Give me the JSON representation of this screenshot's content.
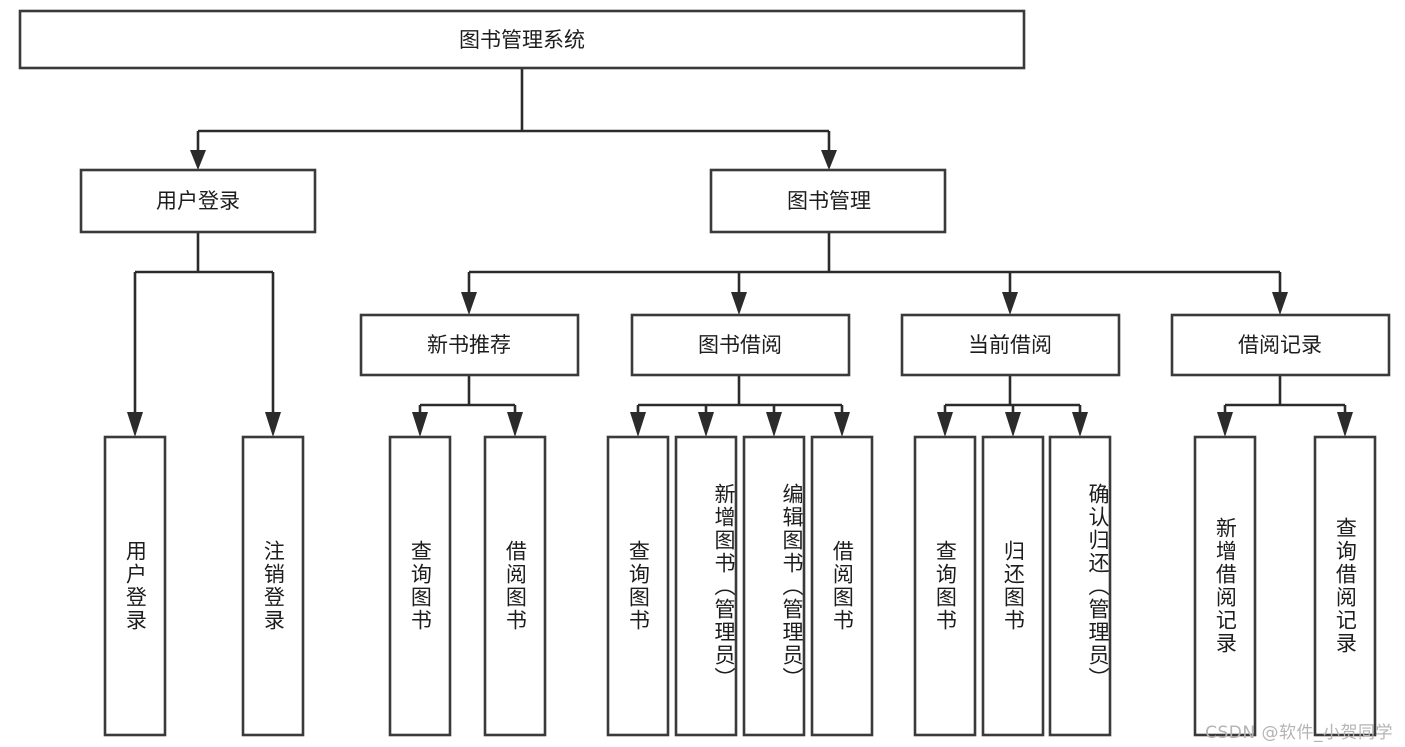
{
  "diagram": {
    "type": "tree",
    "title": "图书管理系统",
    "orientation": "top-down",
    "watermark": "CSDN @软件_小贺同学",
    "colors": {
      "box_stroke": "#3a3a3a",
      "box_fill": "#ffffff",
      "connector": "#2b2b2b",
      "text": "#1d1d1d",
      "watermark": "#b4b4b4",
      "background": "#ffffff"
    },
    "root": {
      "id": "root",
      "label": "图书管理系统"
    },
    "level2": [
      {
        "id": "n-user-login",
        "label": "用户登录"
      },
      {
        "id": "n-book-manage",
        "label": "图书管理"
      }
    ],
    "level3": [
      {
        "id": "n-new-book-rec",
        "label": "新书推荐",
        "parent": "n-book-manage"
      },
      {
        "id": "n-book-borrow",
        "label": "图书借阅",
        "parent": "n-book-manage"
      },
      {
        "id": "n-current-borrow",
        "label": "当前借阅",
        "parent": "n-book-manage"
      },
      {
        "id": "n-borrow-record",
        "label": "借阅记录",
        "parent": "n-book-manage"
      }
    ],
    "leaves": [
      {
        "id": "leaf-user-login",
        "label": "用户登录",
        "parent": "n-user-login"
      },
      {
        "id": "leaf-logout",
        "label": "注销登录",
        "parent": "n-user-login"
      },
      {
        "id": "leaf-query-book-1",
        "label": "查询图书",
        "parent": "n-new-book-rec"
      },
      {
        "id": "leaf-borrow-book-1",
        "label": "借阅图书",
        "parent": "n-new-book-rec"
      },
      {
        "id": "leaf-query-book-2",
        "label": "查询图书",
        "parent": "n-book-borrow"
      },
      {
        "id": "leaf-add-book",
        "label": "新增图书（管理员）",
        "parent": "n-book-borrow"
      },
      {
        "id": "leaf-edit-book",
        "label": "编辑图书（管理员）",
        "parent": "n-book-borrow"
      },
      {
        "id": "leaf-borrow-book-2",
        "label": "借阅图书",
        "parent": "n-book-borrow"
      },
      {
        "id": "leaf-query-book-3",
        "label": "查询图书",
        "parent": "n-current-borrow"
      },
      {
        "id": "leaf-return-book",
        "label": "归还图书",
        "parent": "n-current-borrow"
      },
      {
        "id": "leaf-confirm-return",
        "label": "确认归还（管理员）",
        "parent": "n-current-borrow"
      },
      {
        "id": "leaf-add-record",
        "label": "新增借阅记录",
        "parent": "n-borrow-record"
      },
      {
        "id": "leaf-query-record",
        "label": "查询借阅记录",
        "parent": "n-borrow-record"
      }
    ]
  }
}
